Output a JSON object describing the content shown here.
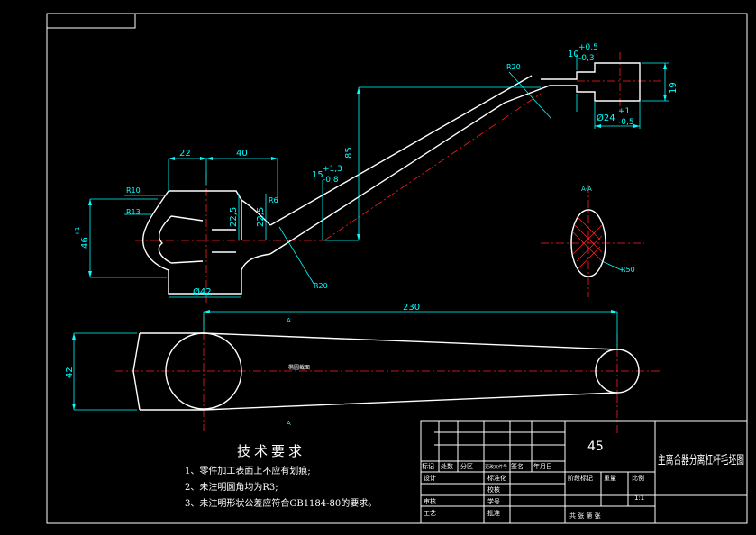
{
  "drawing": {
    "title": "主离合器分离杠杆毛坯图",
    "material": "45",
    "scale": "1:1",
    "sheets_label": "共  张  第  张"
  },
  "dims": {
    "d22": "22",
    "d40": "40",
    "d85": "85",
    "d19": "19",
    "d10": "10",
    "d10_up": "+0,5",
    "d10_lo": "-0,3",
    "d24": "Ø24",
    "d24_up": "+1",
    "d24_lo": "-0,5",
    "d15": "15",
    "d15_up": "+1,3",
    "d15_lo": "-0,8",
    "d46": "46",
    "d46_sup": "+1",
    "d42dia": "Ø42",
    "d225a": "22,5",
    "d225b": "22,5",
    "d230": "230",
    "d42": "42",
    "r10": "R10",
    "r13": "R13",
    "r6": "R6",
    "r20a": "R20",
    "r20b": "R20",
    "r50": "R50",
    "section": "A-A",
    "sec_a1": "A",
    "sec_a2": "A",
    "center_note": "椭圆截面"
  },
  "tech": {
    "title": "技术要求",
    "req1": "1、零件加工表面上不应有划痕;",
    "req2": "2、未注明圆角均为R3;",
    "req3": "3、未注明形状公差应符合GB1184-80的要求。"
  },
  "block": {
    "biaoji": "标记",
    "chushu": "处数",
    "fenqu": "分区",
    "wenjian": "更改文件号",
    "qianming": "签名",
    "nianyueri": "年月日",
    "sheji": "设计",
    "biaozhunhua": "标准化",
    "shenhe": "审核",
    "gongyi": "工艺",
    "pizhun": "批准",
    "jieduan": "阶段标记",
    "zhongliang": "重量",
    "bili": "比例",
    "xuhao": "学号",
    "jiaoyan": "校核"
  }
}
